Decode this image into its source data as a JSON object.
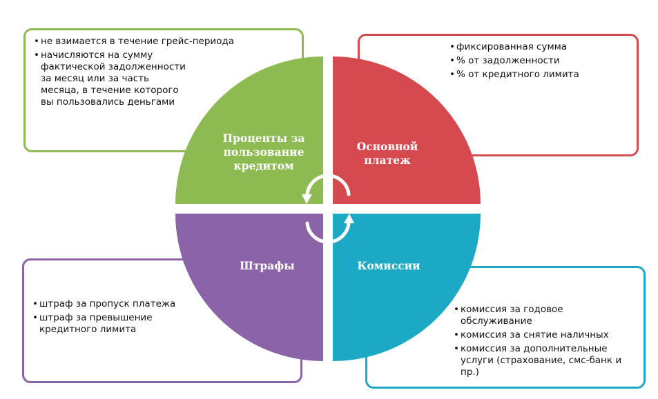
{
  "quadrants": {
    "interest": {
      "label_lines": [
        "Проценты за",
        "пользование",
        "кредитом"
      ],
      "color": "#8dbb52",
      "items": [
        "не взимается в течение грейс-периода",
        "начисляются на сумму фактической задолженности за месяц или за часть месяца, в течение которого вы пользовались деньгами"
      ]
    },
    "principal": {
      "label_lines": [
        "Основной",
        "платеж"
      ],
      "color": "#d64a4f",
      "items": [
        "фиксированная сумма",
        "% от задолженности",
        "% от кредитного лимита"
      ]
    },
    "penalties": {
      "label_lines": [
        "Штрафы"
      ],
      "color": "#8a63a8",
      "items": [
        "штраф за пропуск платежа",
        "штраф за превышение кредитного лимита"
      ]
    },
    "commissions": {
      "label_lines": [
        "Комиссии"
      ],
      "color": "#1ba9c6",
      "items": [
        "комиссия за годовое обслуживание",
        "комиссия за снятие наличных",
        "комиссия за дополнительные услуги (страхование, смс-банк и пр.)"
      ]
    }
  }
}
